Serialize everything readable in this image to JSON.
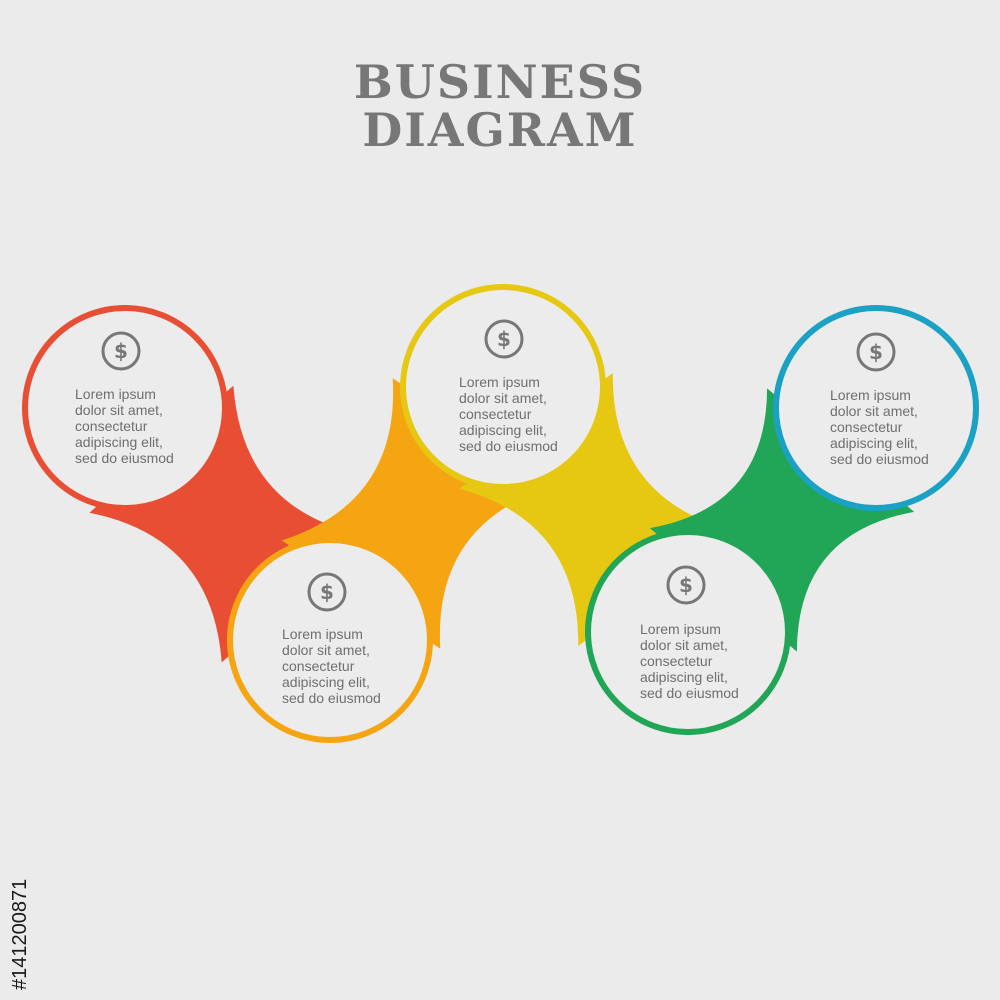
{
  "title": {
    "line1": "BUSINESS",
    "line2": "DIAGRAM"
  },
  "nodes": [
    {
      "icon": "dollar-icon",
      "color": "#e84e33",
      "text": "Lorem ipsum\ndolor sit amet,\nconsectetur\nadipiscing elit,\nsed do eiusmod"
    },
    {
      "icon": "dollar-icon",
      "color": "#f5a512",
      "text": "Lorem ipsum\ndolor sit amet,\nconsectetur\nadipiscing elit,\nsed do eiusmod"
    },
    {
      "icon": "dollar-icon",
      "color": "#e6c812",
      "text": "Lorem ipsum\ndolor sit amet,\nconsectetur\nadipiscing elit,\nsed do eiusmod"
    },
    {
      "icon": "dollar-icon",
      "color": "#21a657",
      "text": "Lorem ipsum\ndolor sit amet,\nconsectetur\nadipiscing elit,\nsed do eiusmod"
    },
    {
      "icon": "dollar-icon",
      "color": "#1aa1c4",
      "text": "Lorem ipsum\ndolor sit amet,\nconsectetur\nadipiscing elit,\nsed do eiusmod"
    }
  ],
  "colors": {
    "background": "#ebebeb",
    "title": "#777777",
    "icon": "#777777",
    "circle_fill": "#ececec"
  },
  "stock_id": "#141200871"
}
